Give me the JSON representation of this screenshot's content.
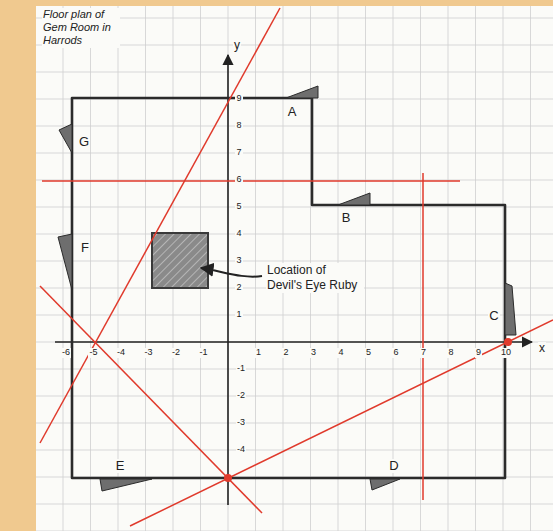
{
  "diagram": {
    "title": "Floor plan of Gem Room in Harrods",
    "labels": [
      "A",
      "B",
      "C",
      "D",
      "E",
      "F",
      "G",
      "Location of Devil's Eye Ruby",
      "x",
      "y",
      "-6",
      "-5",
      "-4",
      "-3",
      "-2",
      "-1",
      "1",
      "2",
      "3",
      "4",
      "5",
      "6",
      "7",
      "8",
      "9",
      "10",
      "1",
      "2",
      "3",
      "4",
      "5",
      "6",
      "7",
      "8",
      "9",
      "-1",
      "-2",
      "-3",
      "-4"
    ]
  }
}
